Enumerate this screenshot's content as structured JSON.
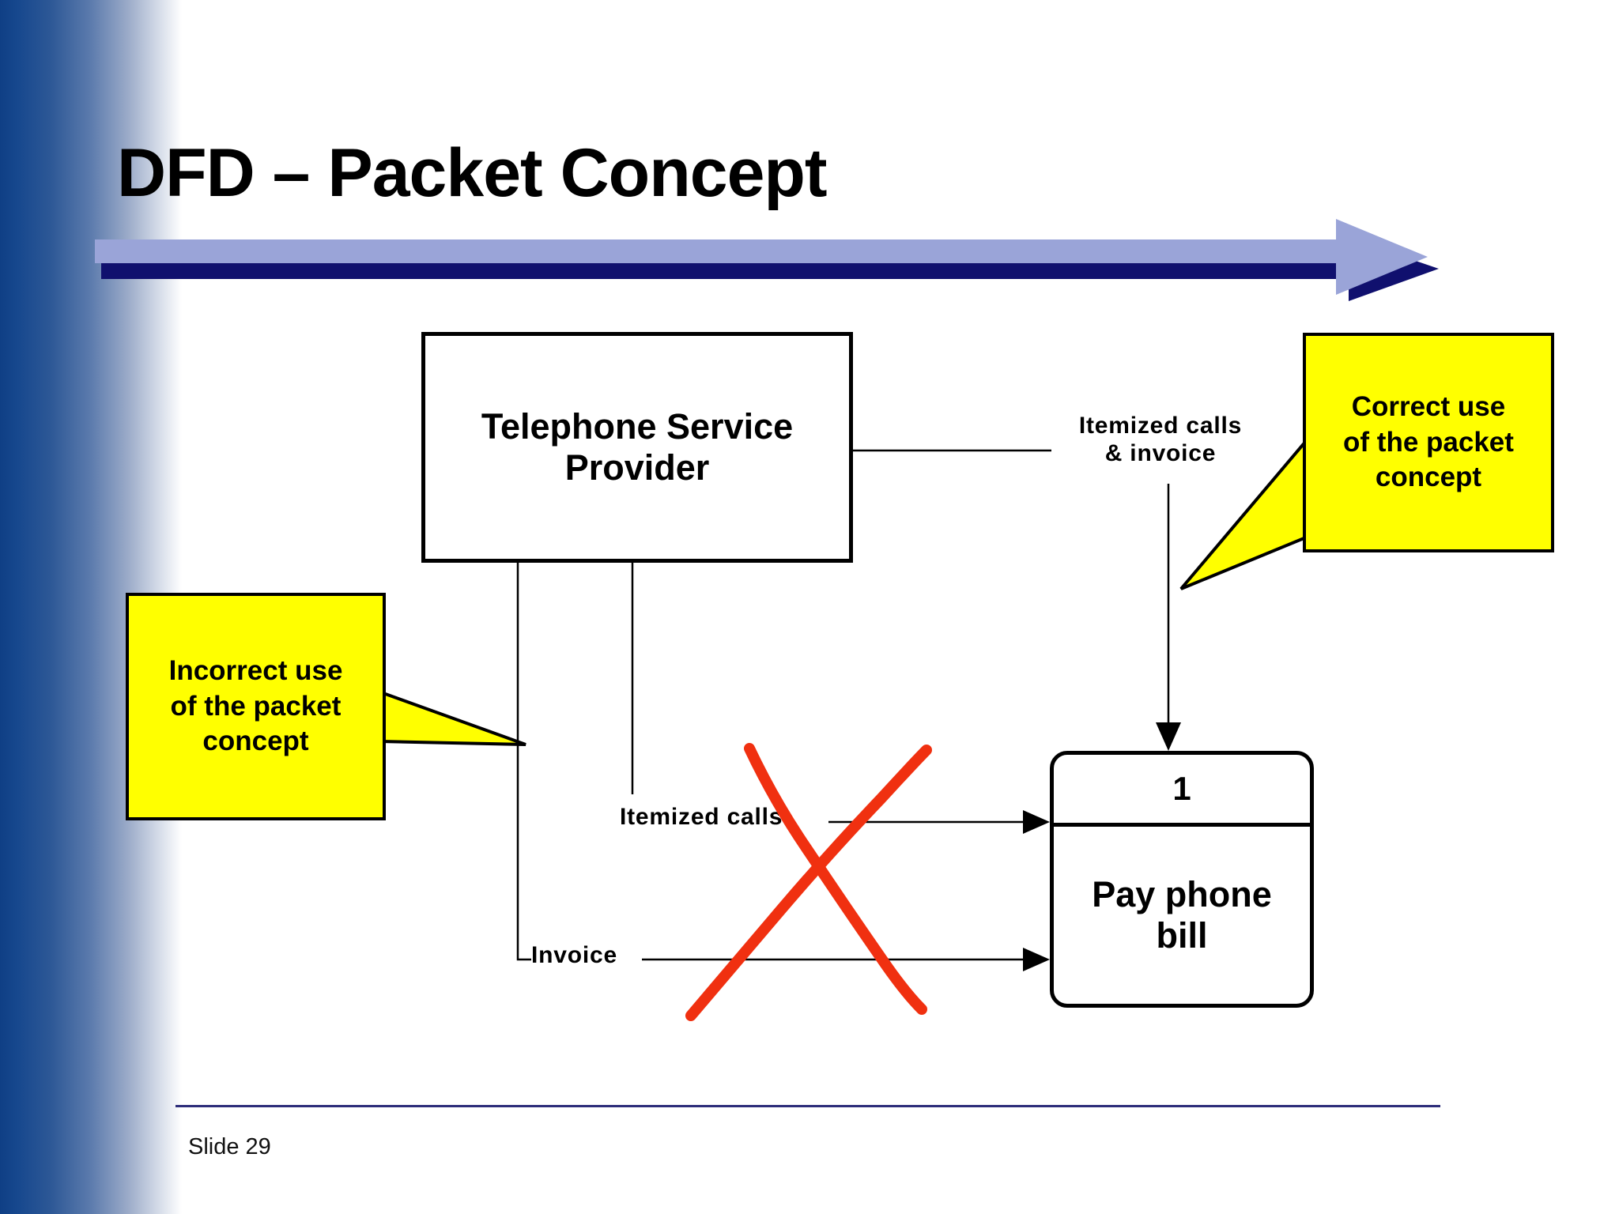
{
  "slide": {
    "title": "DFD – Packet Concept",
    "footer_label": "Slide 29",
    "accent_colors": {
      "band_dark_blue": "#0f3f85",
      "arrow_light": "#9aa4d8",
      "arrow_dark": "#10106e",
      "callout_yellow": "#ffff00",
      "cross_red": "#f03010",
      "footer_rule": "#2d2d7a"
    }
  },
  "diagram": {
    "type": "data-flow-diagram",
    "entity": {
      "name": "external-entity",
      "label": "Telephone Service Provider"
    },
    "process": {
      "name": "process",
      "number": "1",
      "label": "Pay phone bill"
    },
    "flows": [
      {
        "id": "correct-flow",
        "label": "Itemized calls & invoice",
        "from": "Telephone Service Provider",
        "to": "Pay phone bill",
        "status": "correct"
      },
      {
        "id": "incorrect-flow-1",
        "label": "Itemized calls",
        "from": "Telephone Service Provider",
        "to": "Pay phone bill",
        "status": "incorrect"
      },
      {
        "id": "incorrect-flow-2",
        "label": "Invoice",
        "from": "Telephone Service Provider",
        "to": "Pay phone bill",
        "status": "incorrect"
      }
    ],
    "annotations": [
      {
        "id": "callout-correct",
        "text": "Correct use of the packet concept",
        "points_to": "correct-flow"
      },
      {
        "id": "callout-incorrect",
        "text": "Incorrect use of the packet concept",
        "points_to": "incorrect-flows"
      }
    ]
  },
  "labels": {
    "itemized_calls_and_invoice": "Itemized calls\n& invoice",
    "itemized_calls_and_invoice_line1": "Itemized calls",
    "itemized_calls_and_invoice_line2": "& invoice",
    "itemized_calls": "Itemized calls",
    "invoice": "Invoice",
    "entity": "Telephone Service Provider",
    "entity_line1": "Telephone Service",
    "entity_line2": "Provider",
    "process_number": "1",
    "process_line1": "Pay phone",
    "process_line2": "bill",
    "callout_correct_line1": "Correct use",
    "callout_correct_line2": "of the packet",
    "callout_correct_line3": "concept",
    "callout_incorrect_line1": "Incorrect use",
    "callout_incorrect_line2": "of the packet",
    "callout_incorrect_line3": "concept"
  }
}
